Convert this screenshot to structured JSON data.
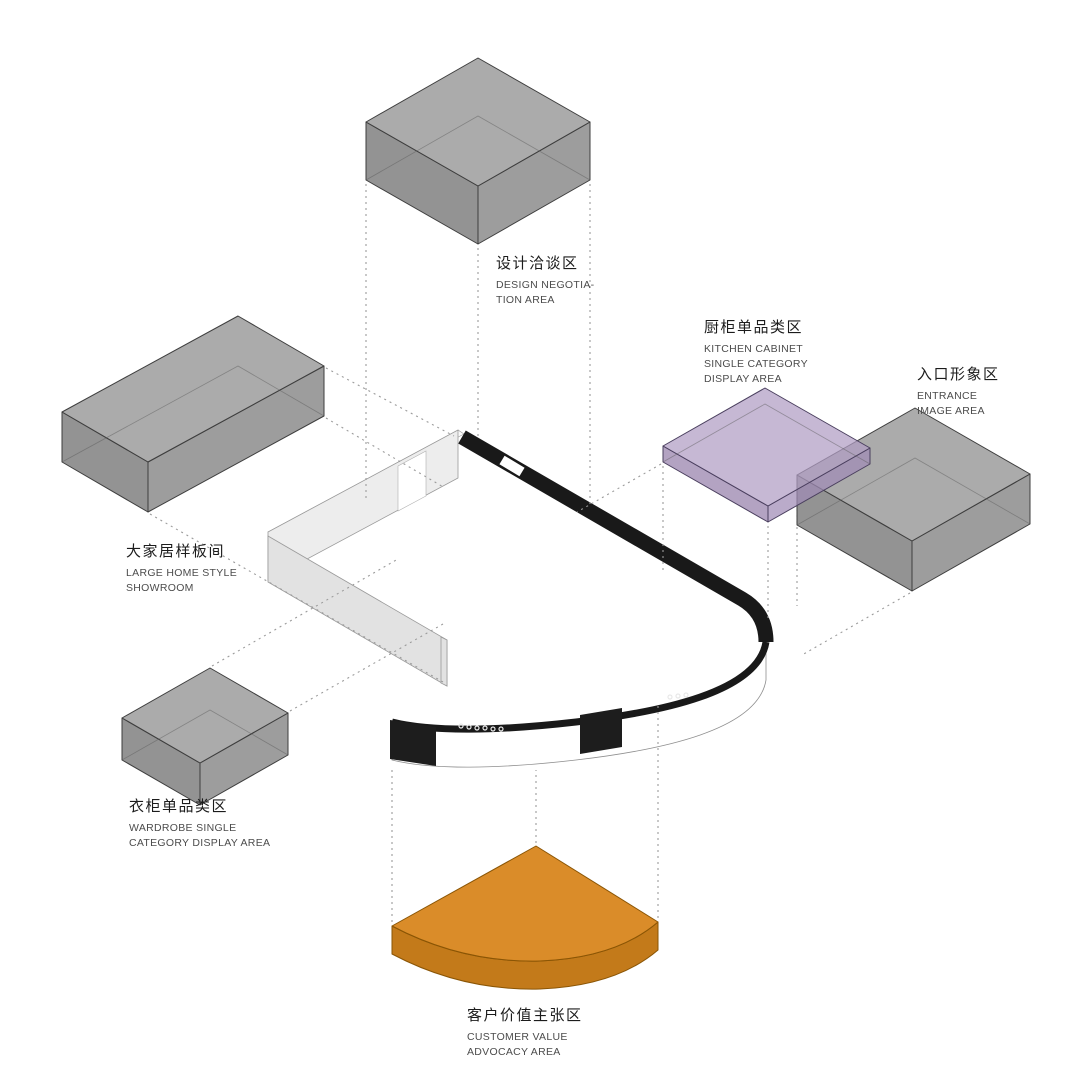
{
  "labels": {
    "design_negotiation": {
      "zh": "设计洽谈区",
      "en": [
        "DESIGN NEGOTIA-",
        "TION AREA"
      ]
    },
    "kitchen_cabinet": {
      "zh": "厨柜单品类区",
      "en": [
        "KITCHEN CABINET",
        "SINGLE CATEGORY",
        "DISPLAY AREA"
      ]
    },
    "entrance": {
      "zh": "入口形象区",
      "en": [
        "ENTRANCE",
        "IMAGE AREA"
      ]
    },
    "large_home": {
      "zh": "大家居样板间",
      "en": [
        "LARGE HOME STYLE",
        "SHOWROOM"
      ]
    },
    "wardrobe": {
      "zh": "衣柜单品类区",
      "en": [
        "WARDROBE SINGLE",
        "CATEGORY DISPLAY AREA"
      ]
    },
    "customer_value": {
      "zh": "客户价值主张区",
      "en": [
        "CUSTOMER VALUE",
        "ADVOCACY AREA"
      ]
    }
  },
  "colors": {
    "box_gray_top": "#989898",
    "box_gray_side_right": "#888888",
    "box_gray_side_left": "#7b7b7b",
    "kitchen_purple_top": "#b09cc4",
    "kitchen_purple_side_right": "#9f8ab6",
    "kitchen_purple_side_left": "#9580ab",
    "orange_top": "#d8861d",
    "orange_front": "#c0730e",
    "wall_dark": "#191919",
    "wall_light_face": "#ededed",
    "wall_shaded_face": "#e2e2e2",
    "wall_top": "#fafafa",
    "band_face": "#ffffff",
    "door_dark": "#1d1d1d",
    "leader_gray": "#9b9b9b"
  }
}
